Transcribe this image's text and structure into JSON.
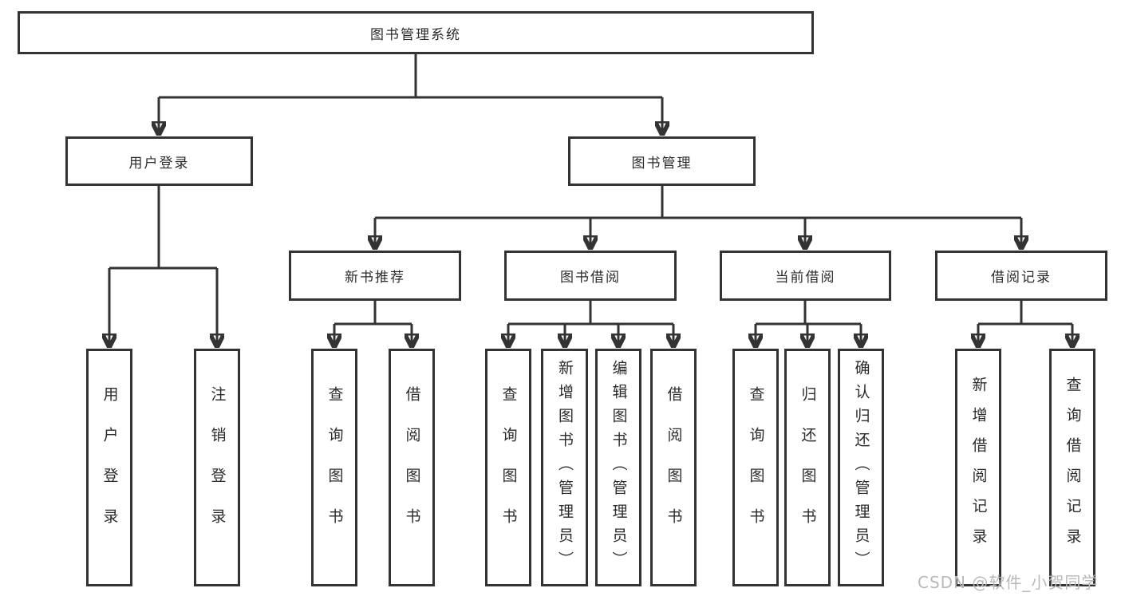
{
  "tree": {
    "root": {
      "label": "图书管理系统"
    },
    "branches": [
      {
        "label": "用户登录",
        "children": [
          {
            "label": "用户登录"
          },
          {
            "label": "注销登录"
          }
        ]
      },
      {
        "label": "图书管理",
        "groups": [
          {
            "label": "新书推荐",
            "children": [
              {
                "label": "查询图书"
              },
              {
                "label": "借阅图书"
              }
            ]
          },
          {
            "label": "图书借阅",
            "children": [
              {
                "label": "查询图书"
              },
              {
                "label": "新增图书（管理员）"
              },
              {
                "label": "编辑图书（管理员）"
              },
              {
                "label": "借阅图书"
              }
            ]
          },
          {
            "label": "当前借阅",
            "children": [
              {
                "label": "查询图书"
              },
              {
                "label": "归还图书"
              },
              {
                "label": "确认归还（管理员）"
              }
            ]
          },
          {
            "label": "借阅记录",
            "children": [
              {
                "label": "新增借阅记录"
              },
              {
                "label": "查询借阅记录"
              }
            ]
          }
        ]
      }
    ]
  },
  "watermark": {
    "label": "CSDN @软件_小贺同学"
  },
  "colors": {
    "line": "#333333",
    "text": "#2b2b2b",
    "watermark": "#b9b9b9",
    "background": "#ffffff"
  }
}
